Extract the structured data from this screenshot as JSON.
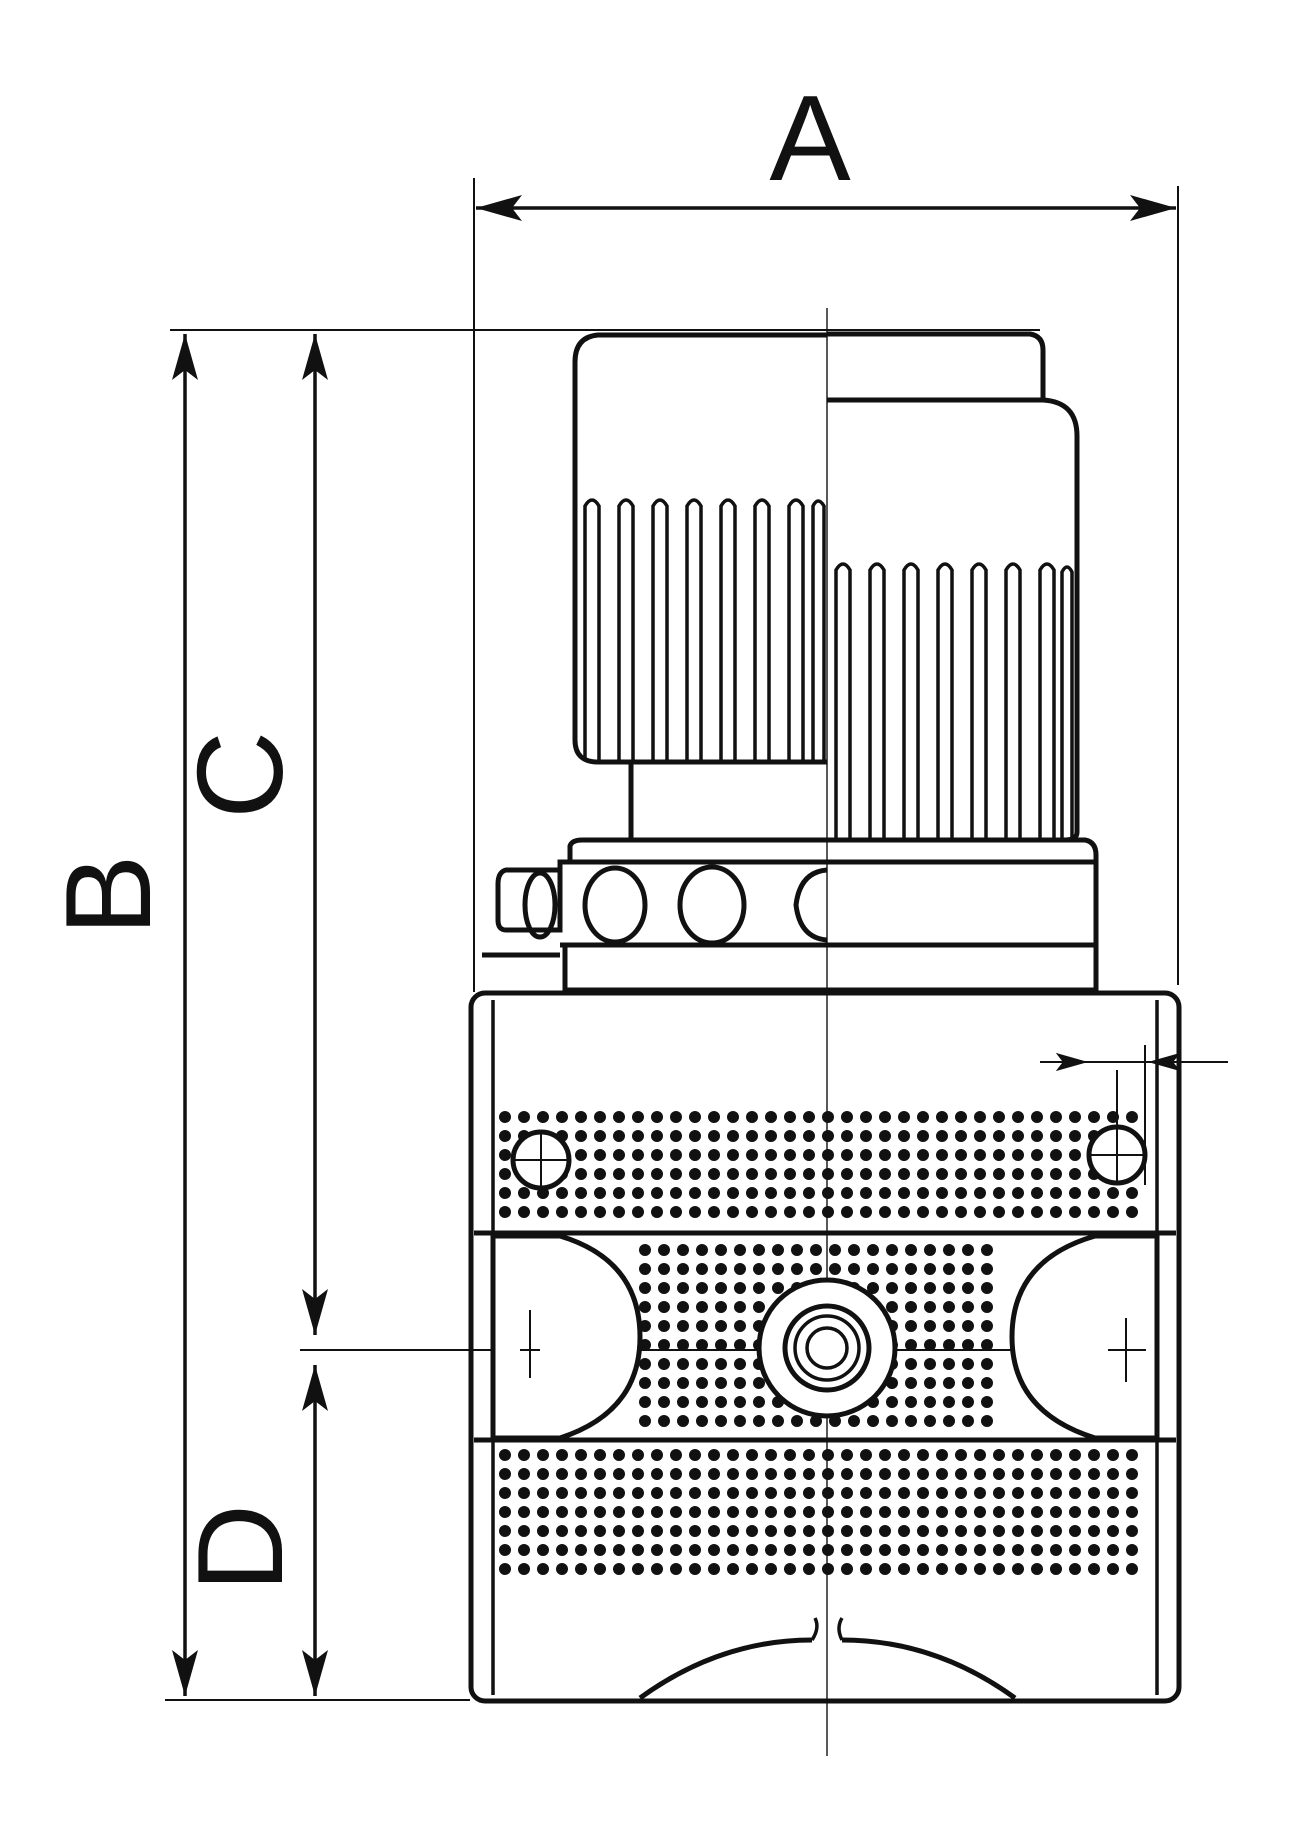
{
  "drawing": {
    "dimensions": {
      "a": "A",
      "b": "B",
      "c": "C",
      "d": "D"
    },
    "colors": {
      "ink": "#111111",
      "paper": "#ffffff"
    }
  }
}
